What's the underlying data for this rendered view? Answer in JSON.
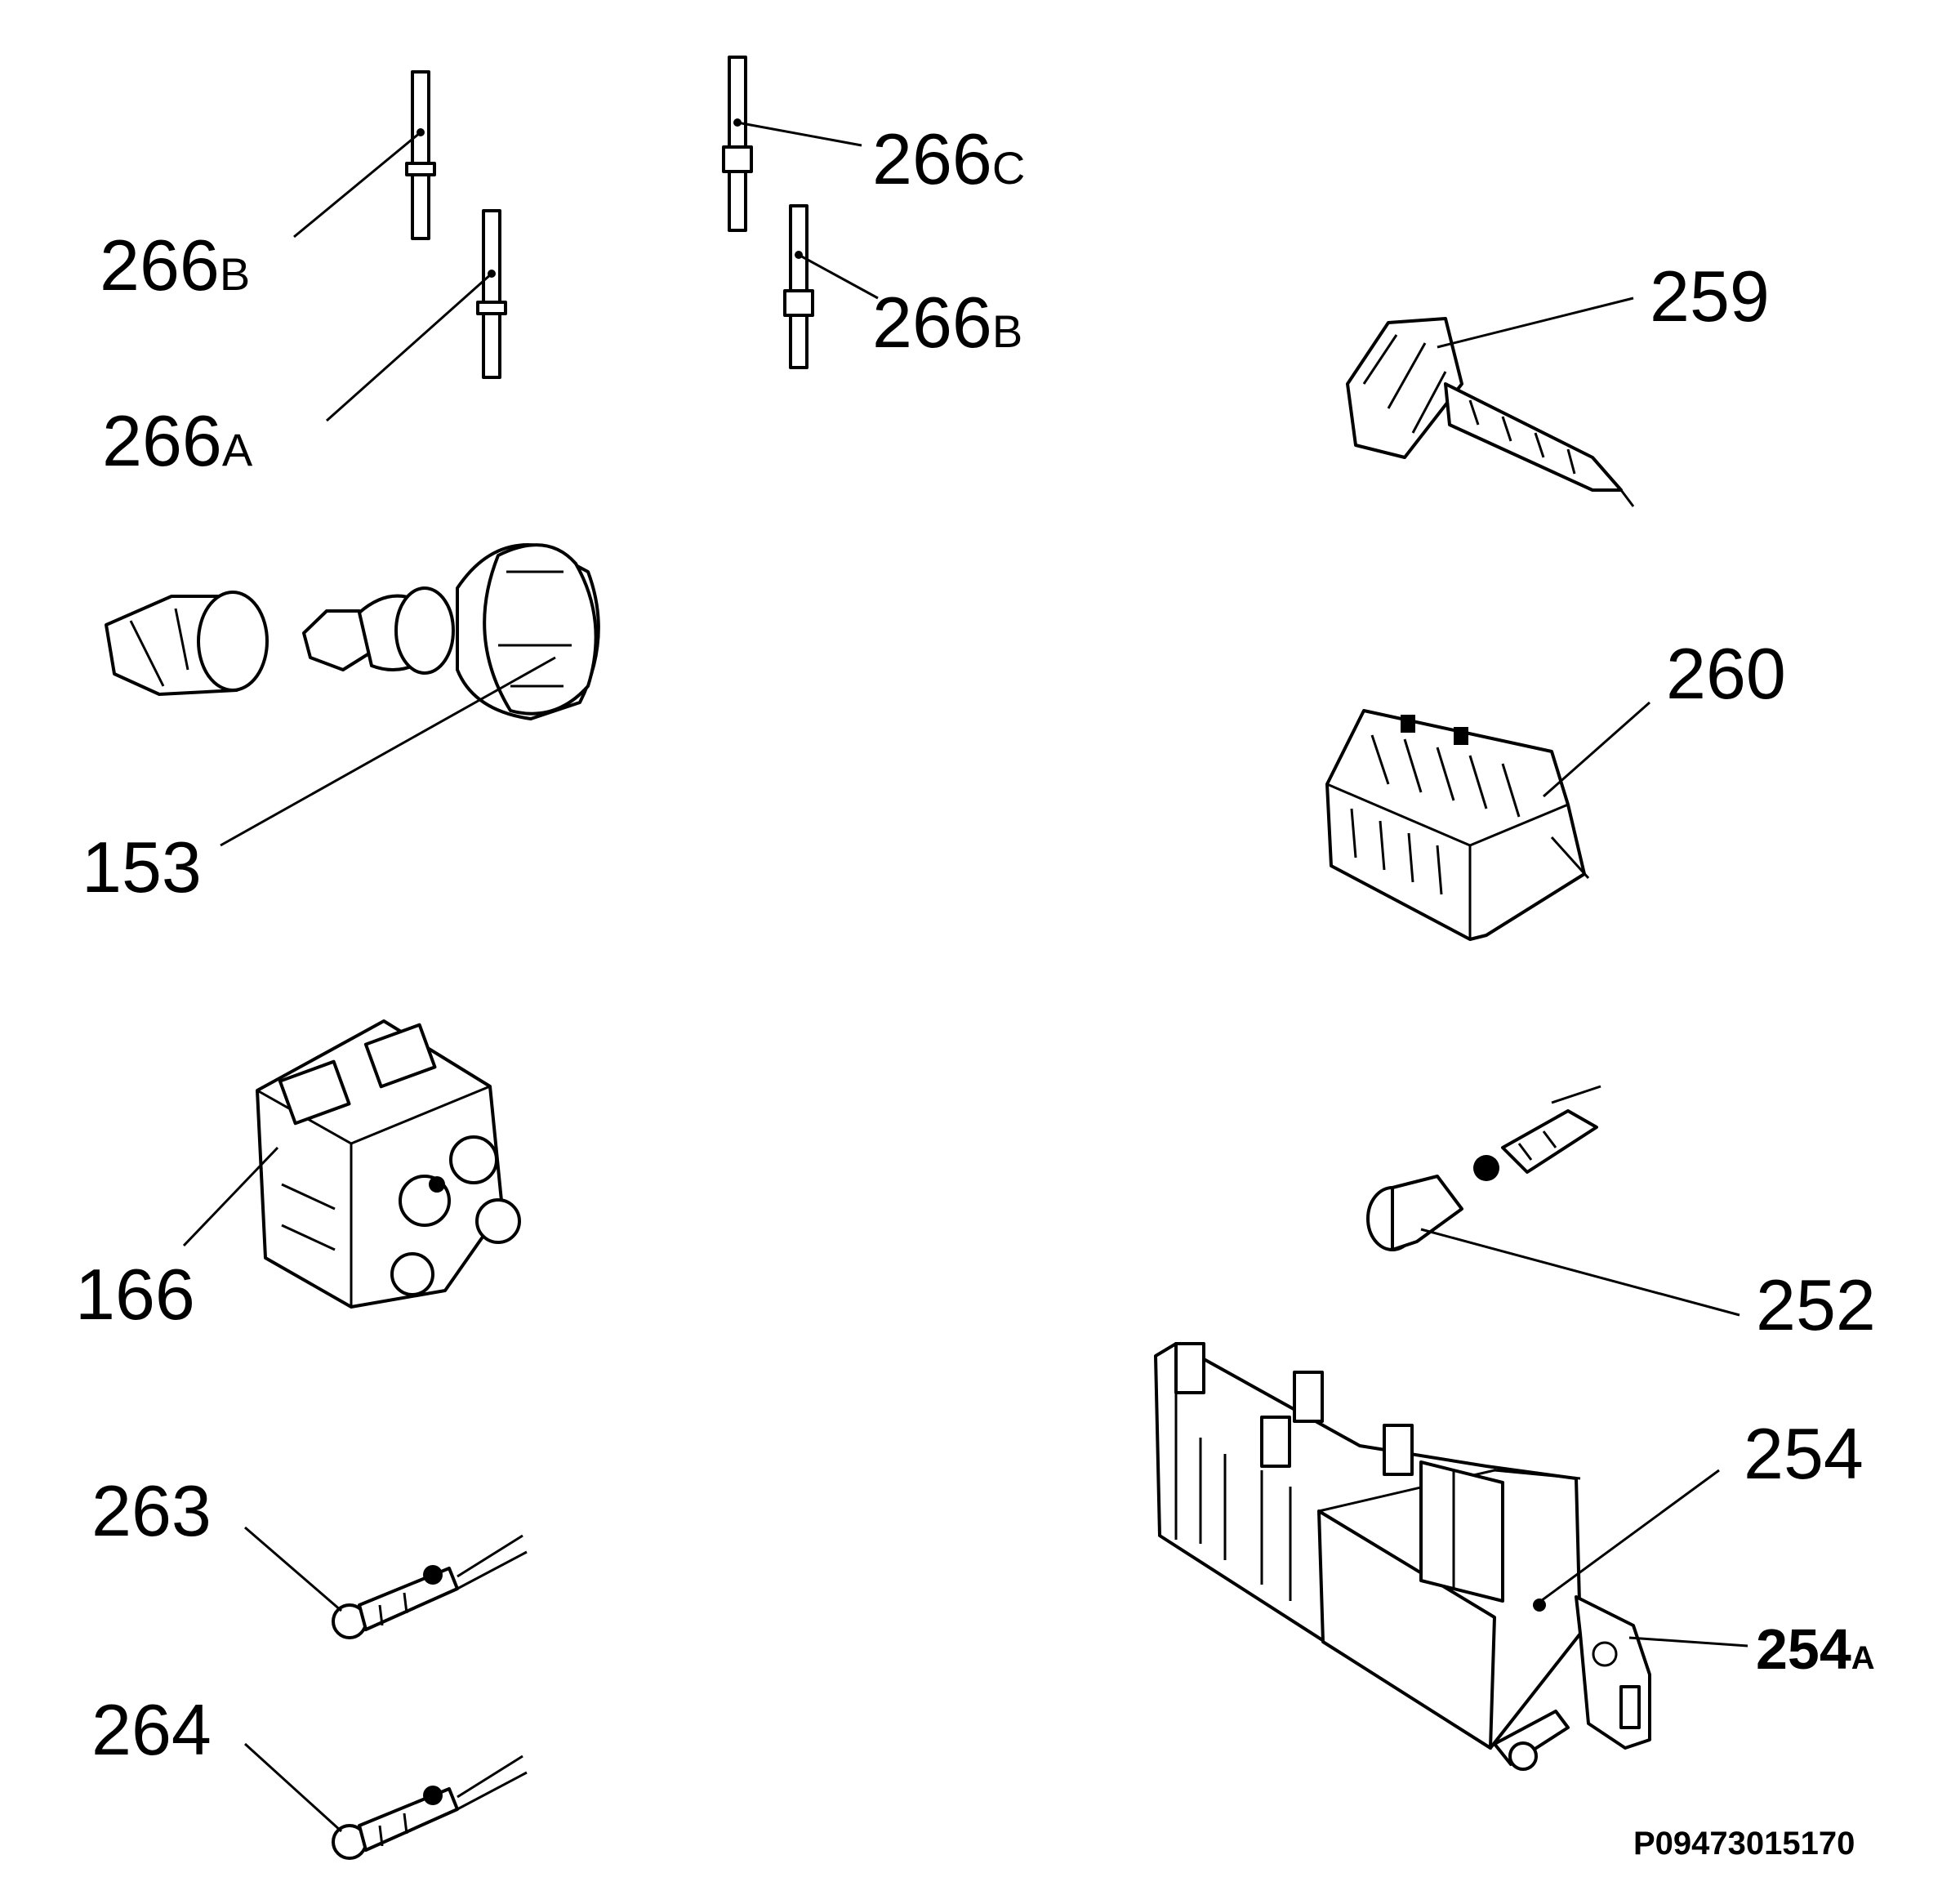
{
  "labels": {
    "l266b_top": {
      "num": "266",
      "suf": "B"
    },
    "l266a": {
      "num": "266",
      "suf": "A"
    },
    "l266c": {
      "num": "266",
      "suf": "C"
    },
    "l266b_right": {
      "num": "266",
      "suf": "B"
    },
    "l259": {
      "num": "259"
    },
    "l260": {
      "num": "260"
    },
    "l153": {
      "num": "153"
    },
    "l166": {
      "num": "166"
    },
    "l252": {
      "num": "252"
    },
    "l254": {
      "num": "254"
    },
    "l254a": {
      "num": "254",
      "suf": "A"
    },
    "l263": {
      "num": "263"
    },
    "l264": {
      "num": "264"
    }
  },
  "reference_code": "P09473015170"
}
